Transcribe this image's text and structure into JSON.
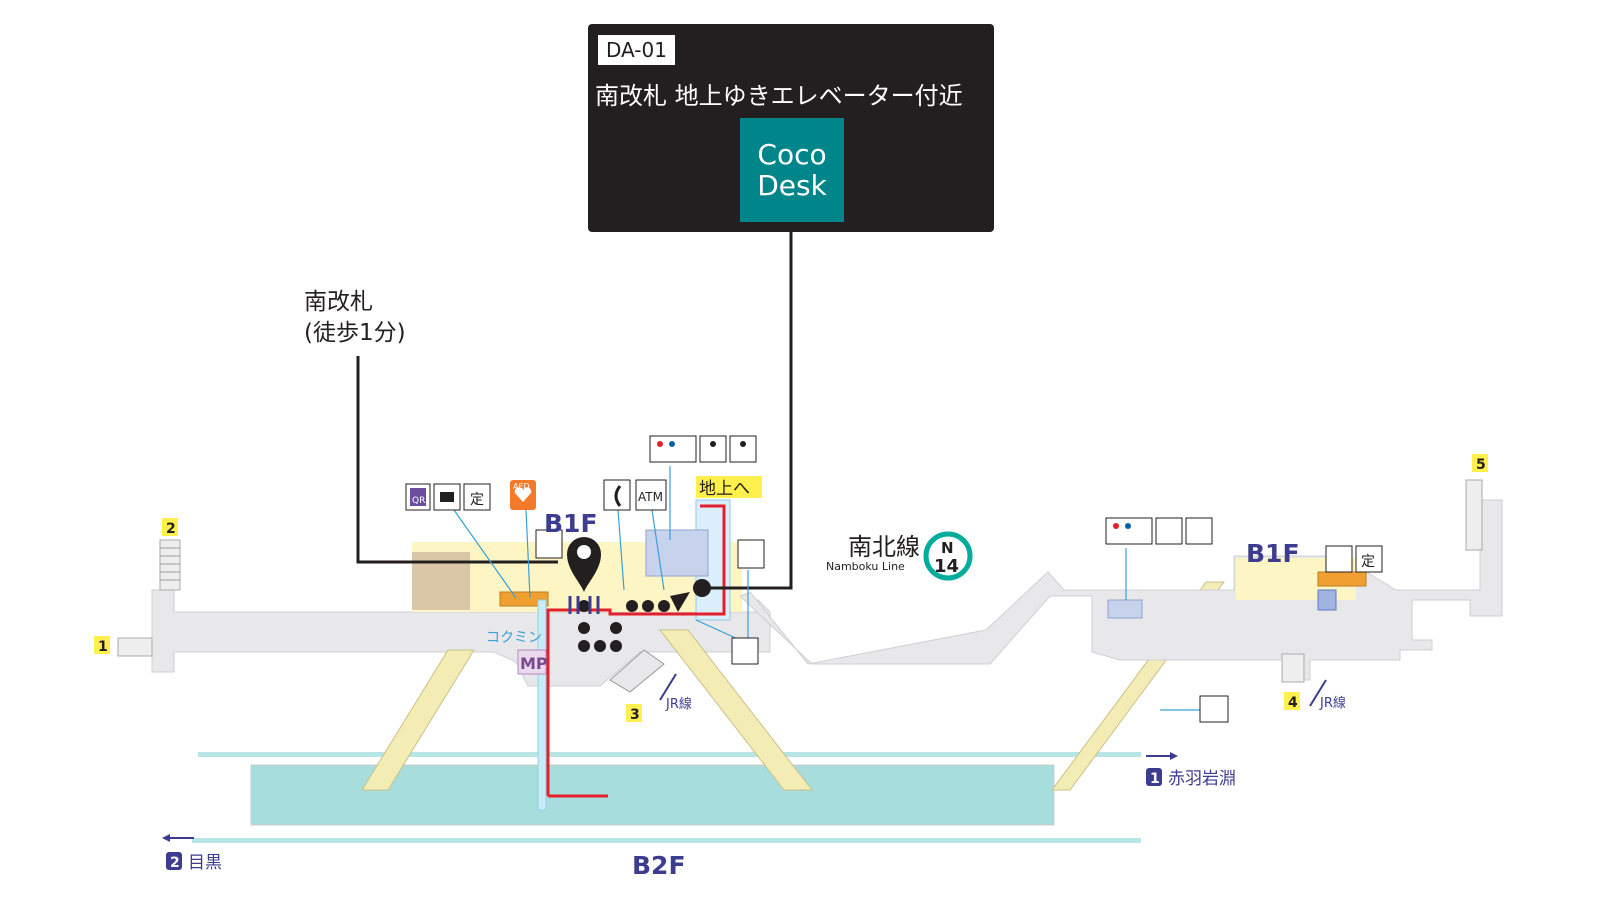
{
  "callout": {
    "code": "DA-01",
    "location": "南改札 地上ゆきエレベーター付近",
    "brand_line1": "Coco",
    "brand_line2": "Desk"
  },
  "gate": {
    "name": "南改札",
    "walk": "(徒歩1分)"
  },
  "line": {
    "name_ja": "南北線",
    "name_en": "Namboku Line",
    "code_letter": "N",
    "code_number": "14",
    "color": "#00ac9b"
  },
  "floors": {
    "b1_left": "B1F",
    "b1_right": "B1F",
    "b2": "B2F"
  },
  "exits": [
    "1",
    "2",
    "3",
    "4",
    "5"
  ],
  "connections": {
    "jr_3": "JR線",
    "jr_4": "JR線"
  },
  "facilities": {
    "to_ground": "地上へ",
    "atm": "ATM",
    "kokumin": "コクミン",
    "mp": "MP",
    "qr": "QR",
    "teiki": "定",
    "aed": "AED"
  },
  "directions": {
    "toward_1_num": "1",
    "toward_1": "赤羽岩淵",
    "toward_2_num": "2",
    "toward_2": "目黒"
  },
  "icons": [
    "restroom-icon",
    "accessible-icon",
    "baby-care-icon",
    "ostomate-icon",
    "ticket-office-icon",
    "elevator-icon",
    "escalator-icon",
    "payphone-icon",
    "location-pin-icon"
  ],
  "colors": {
    "concourse": "#e8e8ea",
    "platform": "#a8dddd",
    "stair": "#f4ecb5",
    "route": "#e3202c",
    "accent_blue": "#3c3c90",
    "badge_yellow": "#fff04d",
    "shop_orange": "#f0a030"
  }
}
